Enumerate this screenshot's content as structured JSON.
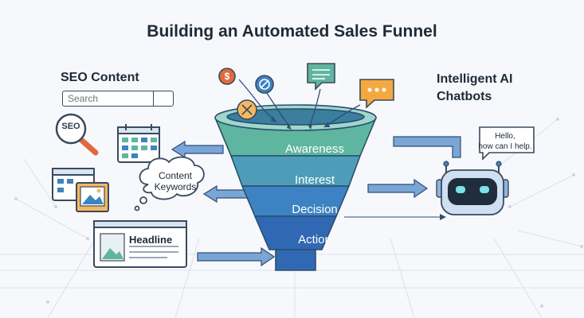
{
  "title": "Building an Automated Sales Funnel",
  "left": {
    "title": "SEO Content",
    "search": {
      "placeholder": "Search"
    },
    "seo_badge": "SEO",
    "bubble": {
      "line1": "Content",
      "line2": "Keywords"
    },
    "headline": "Headline"
  },
  "right": {
    "title_line1": "Intelligent AI",
    "title_line2": "Chatbots",
    "speech": {
      "line1": "Hello,",
      "line2": "how can I help."
    }
  },
  "funnel": {
    "stages": [
      "Awareness",
      "Interest",
      "Decision",
      "Action"
    ],
    "colors": [
      "#5fb6a0",
      "#4d9db9",
      "#3d82c2",
      "#3168b3"
    ]
  },
  "icons": [
    "dollar-icon",
    "target-icon",
    "chat-icon",
    "message-icon",
    "shuffle-icon",
    "calendar-icon",
    "seo-magnifier-icon",
    "image-icon",
    "robot-icon",
    "search-icon"
  ]
}
